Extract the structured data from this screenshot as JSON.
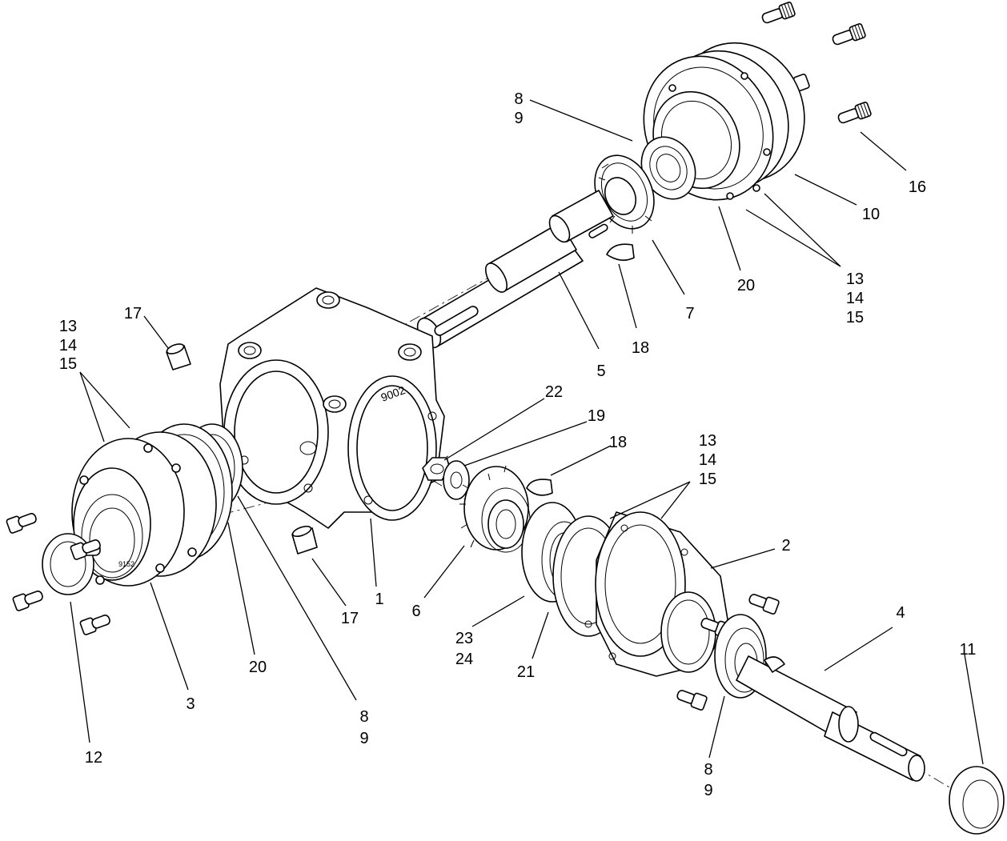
{
  "callouts": [
    {
      "id": "c-8-9-top",
      "lines": [
        "8",
        "9"
      ]
    },
    {
      "id": "c-16",
      "lines": [
        "16"
      ]
    },
    {
      "id": "c-10",
      "lines": [
        "10"
      ]
    },
    {
      "id": "c-13-14-15-top",
      "lines": [
        "13",
        "14",
        "15"
      ]
    },
    {
      "id": "c-20-top",
      "lines": [
        "20"
      ]
    },
    {
      "id": "c-7",
      "lines": [
        "7"
      ]
    },
    {
      "id": "c-18-top",
      "lines": [
        "18"
      ]
    },
    {
      "id": "c-5",
      "lines": [
        "5"
      ]
    },
    {
      "id": "c-17-top",
      "lines": [
        "17"
      ]
    },
    {
      "id": "c-13-14-15-left",
      "lines": [
        "13",
        "14",
        "15"
      ]
    },
    {
      "id": "c-22",
      "lines": [
        "22"
      ]
    },
    {
      "id": "c-19",
      "lines": [
        "19"
      ]
    },
    {
      "id": "c-18-mid",
      "lines": [
        "18"
      ]
    },
    {
      "id": "c-13-14-15-mid",
      "lines": [
        "13",
        "14",
        "15"
      ]
    },
    {
      "id": "c-2",
      "lines": [
        "2"
      ]
    },
    {
      "id": "c-1",
      "lines": [
        "1"
      ]
    },
    {
      "id": "c-6",
      "lines": [
        "6"
      ]
    },
    {
      "id": "c-17-bottom",
      "lines": [
        "17"
      ]
    },
    {
      "id": "c-4",
      "lines": [
        "4"
      ]
    },
    {
      "id": "c-11",
      "lines": [
        "11"
      ]
    },
    {
      "id": "c-23-24",
      "lines": [
        "23",
        "24"
      ]
    },
    {
      "id": "c-21",
      "lines": [
        "21"
      ]
    },
    {
      "id": "c-20-bottom",
      "lines": [
        "20"
      ]
    },
    {
      "id": "c-3",
      "lines": [
        "3"
      ]
    },
    {
      "id": "c-8-9-bottom",
      "lines": [
        "8",
        "9"
      ]
    },
    {
      "id": "c-12",
      "lines": [
        "12"
      ]
    },
    {
      "id": "c-8-9-right",
      "lines": [
        "8",
        "9"
      ]
    }
  ],
  "stamps": {
    "housing_code": "9002",
    "cover_code": "9152"
  }
}
